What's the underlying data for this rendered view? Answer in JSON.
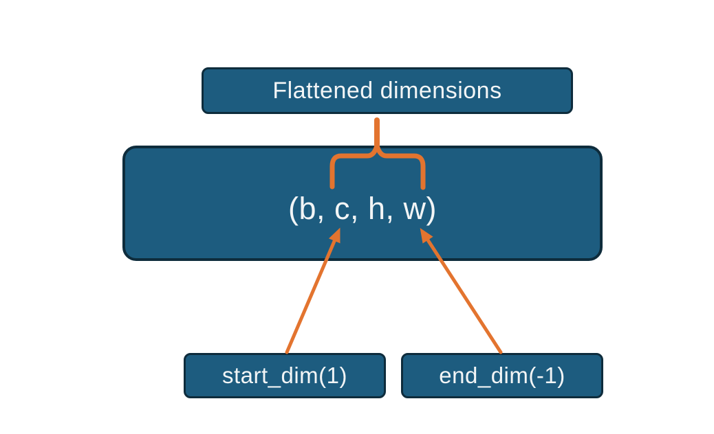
{
  "colors": {
    "background": "#ffffff",
    "box_fill": "#1d5c7f",
    "box_border": "#0e2c3c",
    "accent": "#e3742f",
    "text": "#f2f5f6"
  },
  "nodes": {
    "flattened_label": "Flattened dimensions",
    "tensor_shape": "(b, c, h, w)",
    "start_dim_label": "start_dim(1)",
    "end_dim_label": "end_dim(-1)"
  }
}
